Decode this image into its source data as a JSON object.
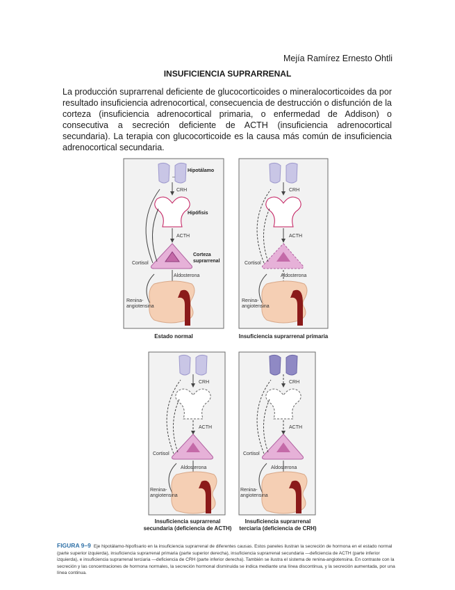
{
  "header": {
    "author": "Mejía Ramírez Ernesto Ohtli"
  },
  "doc": {
    "title": "INSUFICIENCIA SUPRARRENAL",
    "paragraph": "La producción suprarrenal deficiente de glucocorticoides o mineralocorticoides da por resultado insuficiencia adrenocortical, consecuencia de destrucción o disfunción de la corteza (insuficiencia adrenocortical primaria, o enfermedad de Addison) o consecutiva a secreción deficiente de ACTH (insuficiencia adrenocortical secundaria). La terapia con glucocorticoide es la causa más común de insuficiencia adrenocortical secundaria."
  },
  "figure": {
    "labels": {
      "hipotalamo": "Hipotálamo",
      "crh": "CRH",
      "hipofisis": "Hipófisis",
      "acth": "ACTH",
      "corteza_1": "Corteza",
      "corteza_2": "suprarrenal",
      "cortisol": "Cortisol",
      "aldosterona": "Aldosterona",
      "renina_1": "Renina-",
      "renina_2": "angiotensina",
      "minus": "–"
    },
    "panels": [
      {
        "caption_1": "Estado normal",
        "caption_2": ""
      },
      {
        "caption_1": "Insuficiencia suprarrenal primaria",
        "caption_2": ""
      },
      {
        "caption_1": "Insuficiencia suprarrenal",
        "caption_2": "secundaria (deficiencia de ACTH)"
      },
      {
        "caption_1": "Insuficiencia suprarrenal",
        "caption_2": "terciaria (deficiencia de CRH)"
      }
    ],
    "caption_number": "FIGURA 9–9",
    "caption_text": "Eje hipotálamo-hipofisario en la insuficiencia suprarrenal de diferentes causas. Estos paneles ilustran la secreción de hormona en el estado normal (parte superior izquierda), insuficiencia suprarrenal primaria (parte superior derecha), insuficiencia suprarrenal secundaria —deficiencia de ACTH (parte inferior izquierda), e insuficiencia suprarrenal terciaria —deficiencia de CRH (parte inferior derecha). También se ilustra el sistema de renina-angiotensina. En contraste con la secreción y las concentraciones de hormona normales, la secreción hormonal disminuida se indica mediante una línea discontinua, y la secreción aumentada, por una línea continua."
  },
  "colors": {
    "hypothalamus": "#c9c6e6",
    "hypothalamus_dark": "#9d98cc",
    "pituitary_stroke": "#c2185b",
    "adrenal_fill": "#e6b1d8",
    "adrenal_inner": "#c46aa8",
    "kidney": "#f5cfb4",
    "vessel": "#8b1a1a",
    "caption_blue": "#2d6fa6"
  }
}
